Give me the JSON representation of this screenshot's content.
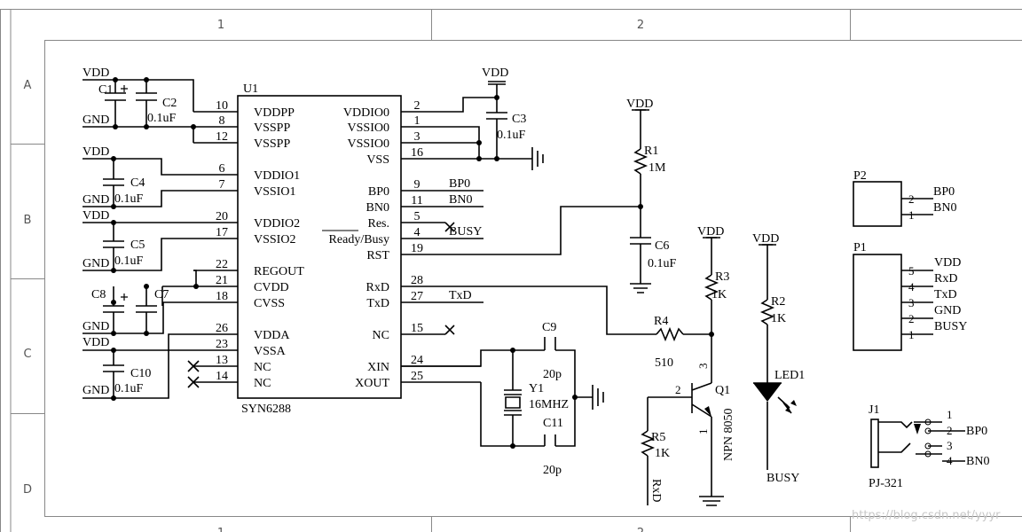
{
  "frame": {
    "columns": [
      "1",
      "2"
    ],
    "rows": [
      "A",
      "B",
      "C",
      "D"
    ]
  },
  "ic": {
    "ref": "U1",
    "part": "SYN6288",
    "left_pins": [
      {
        "num": "10",
        "name": "VDDPP"
      },
      {
        "num": "8",
        "name": "VSSPP"
      },
      {
        "num": "12",
        "name": "VSSPP"
      },
      {
        "num": "6",
        "name": "VDDIO1"
      },
      {
        "num": "7",
        "name": "VSSIO1"
      },
      {
        "num": "20",
        "name": "VDDIO2"
      },
      {
        "num": "17",
        "name": "VSSIO2"
      },
      {
        "num": "22",
        "name": "REGOUT"
      },
      {
        "num": "21",
        "name": "CVDD"
      },
      {
        "num": "18",
        "name": "CVSS"
      },
      {
        "num": "26",
        "name": "VDDA"
      },
      {
        "num": "23",
        "name": "VSSA"
      },
      {
        "num": "13",
        "name": "NC"
      },
      {
        "num": "14",
        "name": "NC"
      }
    ],
    "right_pins": [
      {
        "num": "2",
        "name": "VDDIO0"
      },
      {
        "num": "1",
        "name": "VSSIO0"
      },
      {
        "num": "3",
        "name": "VSSIO0"
      },
      {
        "num": "16",
        "name": "VSS"
      },
      {
        "num": "9",
        "name": "BP0"
      },
      {
        "num": "11",
        "name": "BN0"
      },
      {
        "num": "5",
        "name": "Res."
      },
      {
        "num": "4",
        "name": "Ready/Busy"
      },
      {
        "num": "19",
        "name": "RST"
      },
      {
        "num": "28",
        "name": "RxD"
      },
      {
        "num": "27",
        "name": "TxD"
      },
      {
        "num": "15",
        "name": "NC"
      },
      {
        "num": "24",
        "name": "XIN"
      },
      {
        "num": "25",
        "name": "XOUT"
      }
    ]
  },
  "net_labels": {
    "vdd": "VDD",
    "gnd": "GND",
    "bp0": "BP0",
    "bn0": "BN0",
    "busy": "BUSY",
    "txd": "TxD",
    "rxd": "RxD"
  },
  "components": {
    "c1": "C1",
    "c2": {
      "ref": "C2",
      "value": "0.1uF"
    },
    "c3": {
      "ref": "C3",
      "value": "0.1uF"
    },
    "c4": {
      "ref": "C4",
      "value": "0.1uF"
    },
    "c5": {
      "ref": "C5",
      "value": "0.1uF"
    },
    "c6": {
      "ref": "C6",
      "value": "0.1uF"
    },
    "c7": "C7",
    "c8": "C8",
    "c9": {
      "ref": "C9",
      "value": "20p"
    },
    "c10": {
      "ref": "C10",
      "value": "0.1uF"
    },
    "c11": {
      "ref": "C11",
      "value": "20p"
    },
    "y1": {
      "ref": "Y1",
      "value": "16MHZ"
    },
    "r1": {
      "ref": "R1",
      "value": "1M"
    },
    "r2": {
      "ref": "R2",
      "value": "1K"
    },
    "r3": {
      "ref": "R3",
      "value": "1K"
    },
    "r4": {
      "ref": "R4",
      "value": "510"
    },
    "r5": {
      "ref": "R5",
      "value": "1K"
    },
    "q1": {
      "ref": "Q1",
      "value": "NPN 8050",
      "pins": [
        "2",
        "3",
        "1"
      ]
    },
    "led1": "LED1",
    "p2": {
      "ref": "P2",
      "pins": [
        {
          "num": "2",
          "net": "BP0"
        },
        {
          "num": "1",
          "net": "BN0"
        }
      ]
    },
    "p1": {
      "ref": "P1",
      "pins": [
        {
          "num": "5",
          "net": "VDD"
        },
        {
          "num": "4",
          "net": "RxD"
        },
        {
          "num": "3",
          "net": "TxD"
        },
        {
          "num": "2",
          "net": "GND"
        },
        {
          "num": "1",
          "net": "BUSY"
        }
      ]
    },
    "j1": {
      "ref": "J1",
      "part": "PJ-321",
      "pins": [
        "1",
        "2",
        "3",
        "4"
      ],
      "nets": [
        "BP0",
        "BN0"
      ]
    }
  },
  "watermark": "https://blog.csdn.net/yyyr",
  "colors": {
    "line": "#000000",
    "frame": "#888888"
  }
}
